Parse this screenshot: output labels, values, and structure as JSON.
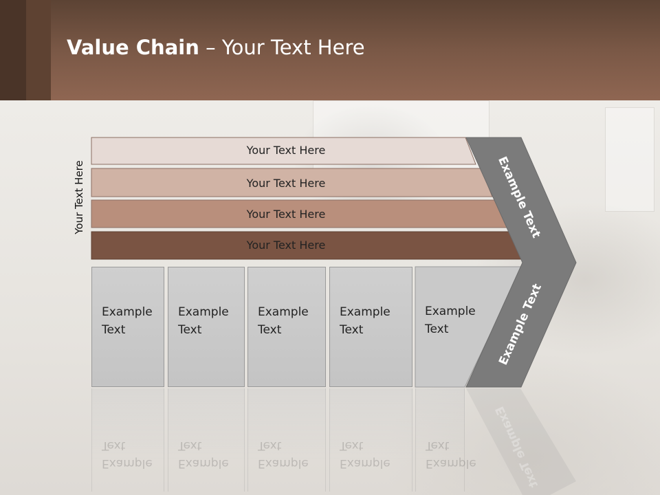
{
  "title": {
    "bold": "Value Chain",
    "rest": " – Your Text Here"
  },
  "side_label": "Your Text Here",
  "bars": [
    {
      "label": "Your Text Here",
      "color": "#e6dad5"
    },
    {
      "label": "Your Text Here",
      "color": "#d0b3a5"
    },
    {
      "label": "Your Text Here",
      "color": "#b98f7c"
    },
    {
      "label": "Your Text Here",
      "color": "#7a5443"
    }
  ],
  "boxes": [
    {
      "label": "Example\nText"
    },
    {
      "label": "Example\nText"
    },
    {
      "label": "Example\nText"
    },
    {
      "label": "Example\nText"
    },
    {
      "label": "Example\nText"
    }
  ],
  "chevron": {
    "upper_label": "Example Text",
    "lower_label": "Example Text",
    "color": "#7b7b7b"
  }
}
